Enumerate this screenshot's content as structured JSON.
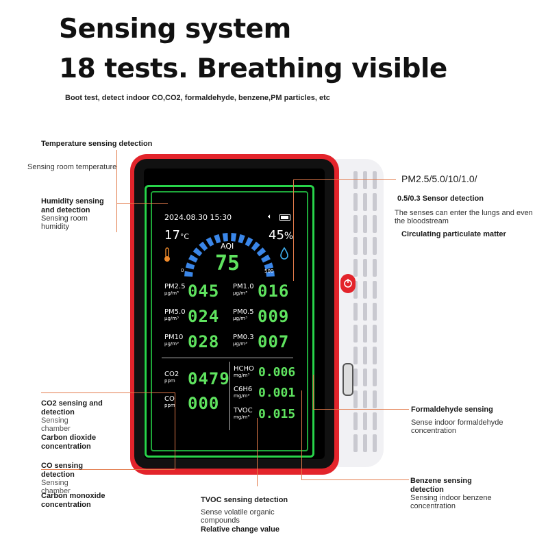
{
  "headline": {
    "line1": "Sensing system",
    "line2": "18 tests. Breathing visible",
    "subtitle": "Boot test, detect indoor CO,CO2, formaldehyde, benzene,PM particles, etc"
  },
  "callouts": {
    "temperature": {
      "title": "Temperature sensing detection",
      "desc": "Sensing room temperature"
    },
    "humidity": {
      "title": "Humidity sensing and detection",
      "desc": "Sensing room humidity"
    },
    "pm": {
      "title_l1": "PM2.5/5.0/10/1.0/",
      "title_l2": "0.5/0.3 Sensor detection",
      "desc": "The senses can enter the lungs and even the bloodstream",
      "desc2": "Circulating particulate matter"
    },
    "co2": {
      "title": "CO2 sensing and detection",
      "desc": "Sensing chamber",
      "desc2": "Carbon dioxide concentration"
    },
    "co": {
      "title": "CO sensing detection",
      "desc": "Sensing chamber",
      "desc2": "Carbon monoxide concentration"
    },
    "tvoc": {
      "title": "TVOC sensing detection",
      "desc": "Sense volatile organic compounds",
      "desc2": "Relative change value"
    },
    "formaldehyde": {
      "title": "Formaldehyde sensing",
      "desc": "Sense indoor formaldehyde concentration"
    },
    "benzene": {
      "title": "Benzene sensing detection",
      "desc": "Sensing indoor benzene concentration"
    }
  },
  "screen": {
    "datetime": "2024.08.30 15:30",
    "temperature": "17",
    "temp_unit": "°C",
    "humidity": "45",
    "humidity_unit": "%",
    "aqi_label": "AQI",
    "aqi_value": "75",
    "aqi_min": "0",
    "aqi_max": "500",
    "aqi_fraction": 0.15,
    "pm_unit": "μg/m³",
    "pm": [
      {
        "label": "PM2.5",
        "value": "045"
      },
      {
        "label": "PM1.0",
        "value": "016"
      },
      {
        "label": "PM5.0",
        "value": "024"
      },
      {
        "label": "PM0.5",
        "value": "009"
      },
      {
        "label": "PM10",
        "value": "028"
      },
      {
        "label": "PM0.3",
        "value": "007"
      }
    ],
    "co2": {
      "label": "CO2",
      "unit": "ppm",
      "value": "0479"
    },
    "co": {
      "label": "CO",
      "unit": "ppm",
      "value": "000"
    },
    "hcho": {
      "label": "HCHO",
      "unit": "mg/m³",
      "value": "0.006"
    },
    "c6h6": {
      "label": "C6H6",
      "unit": "mg/m³",
      "value": "0.001"
    },
    "tvoc": {
      "label": "TVOC",
      "unit": "mg/m³",
      "value": "0.015"
    }
  },
  "colors": {
    "accent_red": "#e3242b",
    "display_green": "#5fe35f",
    "frame_green": "#28d44a",
    "aqi_blue": "#3a86e8",
    "callout_line": "#e27a4a"
  }
}
